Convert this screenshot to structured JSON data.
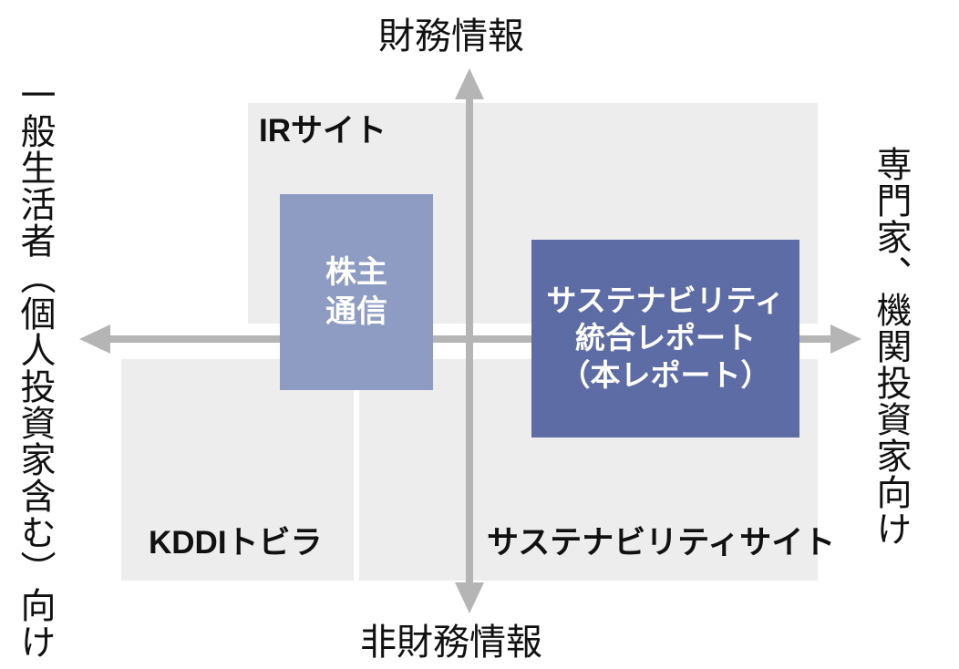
{
  "diagram": {
    "title_axes": {
      "top_label": "財務情報",
      "bottom_label": "非財務情報",
      "left_label": "一般生活者（個人投資家含む）向け",
      "right_label": "専門家、機関投資家向け"
    },
    "quadrants": [
      {
        "id": "ir-site",
        "label": "IRサイト",
        "position": "top-left-to-center",
        "fill": "#ededed"
      },
      {
        "id": "kddi-tobira",
        "label": "KDDIトビラ",
        "position": "bottom-left",
        "fill": "#ededed"
      },
      {
        "id": "sustainability-site",
        "label": "サステナビリティサイト",
        "position": "bottom-right",
        "fill": "#ededed"
      }
    ],
    "cards": [
      {
        "id": "shareholder-newsletter",
        "lines": [
          "株主",
          "通信"
        ],
        "text": "株主\n通信",
        "fill": "#8e9bc2",
        "text_color": "#ffffff"
      },
      {
        "id": "sustainability-integrated-report",
        "lines": [
          "サステナビリティ",
          "統合レポート",
          "（本レポート）"
        ],
        "text": "サステナビリティ\n統合レポート\n（本レポート）",
        "fill": "#5d6ca5",
        "text_color": "#ffffff"
      }
    ],
    "axis_color": "#b5b5b5"
  }
}
